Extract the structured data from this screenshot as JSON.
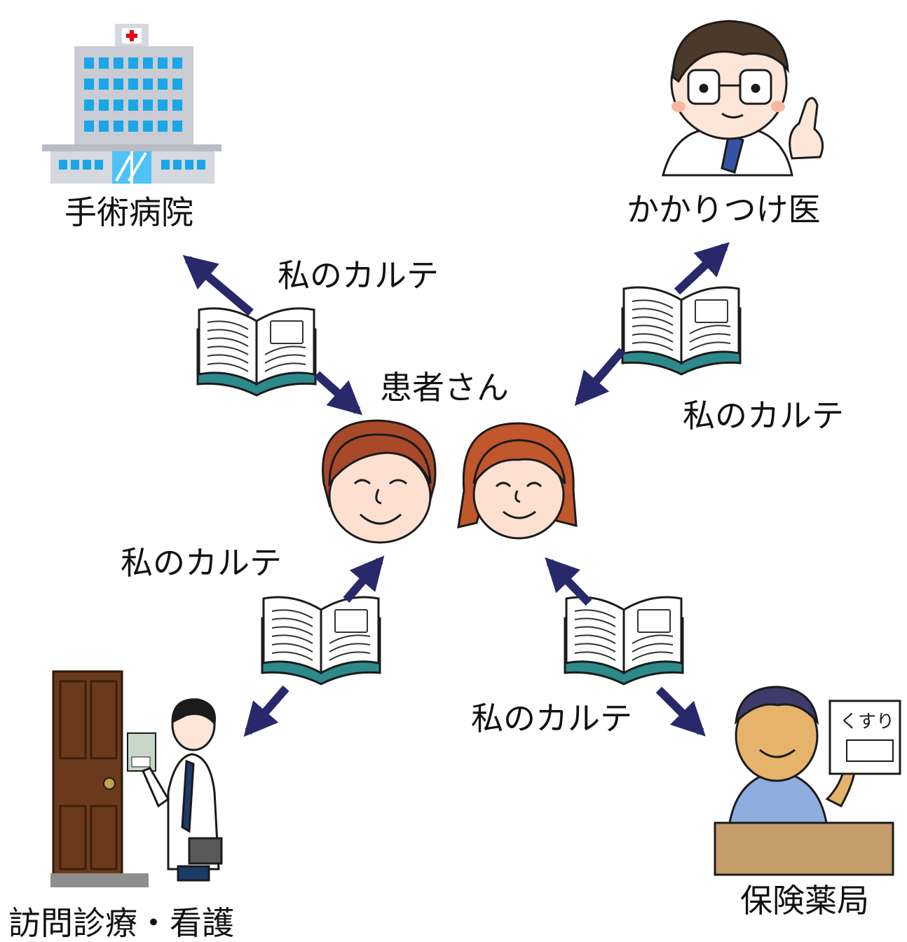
{
  "colors": {
    "arrow": "#27296a",
    "book_cover": "#2d8a8a",
    "hospital_window": "#1aa6e8",
    "cross": "#e60012"
  },
  "labels": {
    "hospital": "手術病院",
    "family_doctor": "かかりつけ医",
    "patient": "患者さん",
    "home_care": "訪問診療・看護",
    "pharmacy": "保険薬局",
    "pharmacy_sign": "くすり"
  },
  "karte": {
    "top_left": "私のカルテ",
    "top_right": "私のカルテ",
    "bottom_left": "私のカルテ",
    "bottom_right": "私のカルテ"
  },
  "icons": {
    "hospital": "hospital-building-icon",
    "doctor": "doctor-pointing-icon",
    "patients": "patient-couple-icon",
    "home_visit": "home-visit-doctor-icon",
    "pharmacist": "pharmacist-icon",
    "book": "open-book-icon"
  }
}
